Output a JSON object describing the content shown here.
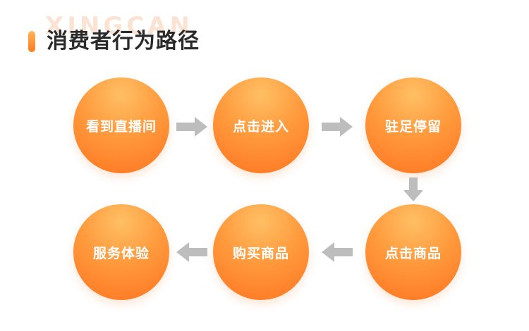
{
  "header": {
    "title": "消费者行为路径",
    "watermark": "XINGCAN"
  },
  "flow": {
    "nodes": [
      {
        "label": "看到直播间"
      },
      {
        "label": "点击进入"
      },
      {
        "label": "驻足停留"
      },
      {
        "label": "点击商品"
      },
      {
        "label": "购买商品"
      },
      {
        "label": "服务体验"
      }
    ]
  },
  "colors": {
    "node_light": "#ffbf64",
    "node_dark": "#ff7420",
    "arrow": "#bdbdbd",
    "title_text": "#2a2a2a"
  }
}
